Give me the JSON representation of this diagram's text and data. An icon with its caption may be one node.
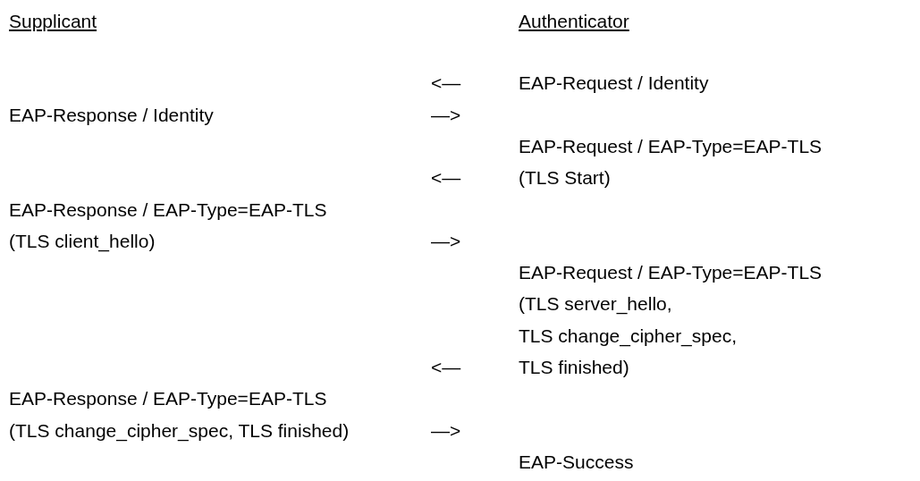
{
  "diagram": {
    "labels": [
      "Supplicant",
      "Authenticator",
      "<—",
      "EAP-Request / Identity",
      "EAP-Response / Identity",
      "—>",
      "EAP-Request / EAP-Type=EAP-TLS (TLS Start)",
      "<—",
      "EAP-Response / EAP-Type=EAP-TLS (TLS client_hello)",
      "—>",
      "EAP-Request / EAP-Type=EAP-TLS (TLS server_hello, TLS change_cipher_spec, TLS finished)",
      "<—",
      "EAP-Response / EAP-Type=EAP-TLS (TLS change_cipher_spec, TLS finished)",
      "—>",
      "EAP-Success"
    ]
  }
}
